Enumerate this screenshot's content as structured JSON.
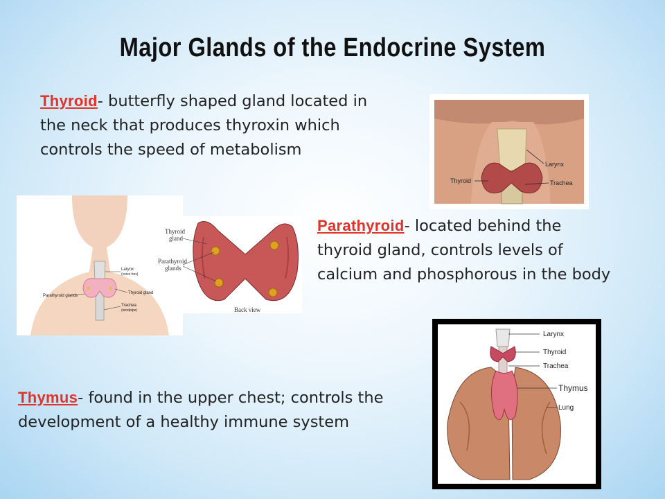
{
  "title": "Major Glands of the Endocrine System",
  "thyroid": {
    "term": "Thyroid",
    "sep": "- ",
    "text": "butterfly shaped gland located in the neck that produces thyroxin which controls the speed of metabolism"
  },
  "parathyroid": {
    "term": "Parathyroid",
    "sep": "- ",
    "text": "located behind the thyroid gland, controls levels of calcium and phosphorous in the body"
  },
  "thymus": {
    "term": "Thymus",
    "sep": "- ",
    "text": "found in the upper chest; controls the development of a healthy immune system"
  },
  "neck_image": {
    "labels": {
      "larynx": "Larynx",
      "thyroid": "Thyroid",
      "trachea": "Trachea"
    }
  },
  "parathyroid_image": {
    "labels": {
      "larynx": "Larynx",
      "larynx_sub": "(voice box)",
      "thyroid_gland": "Thyroid gland",
      "parathyroid_glands": "Parathyroid glands",
      "trachea": "Trachea",
      "trachea_sub": "(windpipe)",
      "back_thyroid": "Thyroid",
      "back_thyroid2": "gland",
      "back_parathyroid": "Parathyroid",
      "back_parathyroid2": "glands",
      "back_view": "Back view"
    }
  },
  "thymus_image": {
    "labels": {
      "larynx": "Larynx",
      "thyroid": "Thyroid",
      "trachea": "Trachea",
      "thymus": "Thymus",
      "lung": "Lung"
    }
  },
  "colors": {
    "term": "#e2332a",
    "text": "#222222",
    "title": "#111111"
  }
}
